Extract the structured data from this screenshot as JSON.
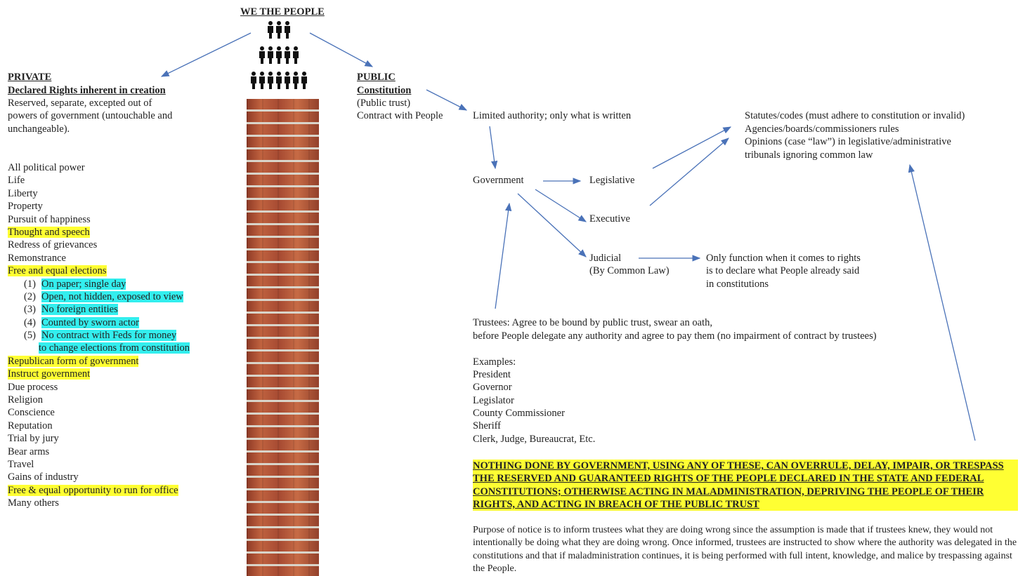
{
  "header": {
    "title": "WE THE PEOPLE",
    "people_icon": "people-pyramid-icon"
  },
  "private": {
    "title": "PRIVATE",
    "subtitle": "Declared Rights inherent in creation",
    "description": [
      "Reserved, separate, excepted out of",
      "powers of government (untouchable and",
      "unchangeable)."
    ],
    "rights": [
      {
        "text": "All political power",
        "hl": ""
      },
      {
        "text": "Life",
        "hl": ""
      },
      {
        "text": "Liberty",
        "hl": ""
      },
      {
        "text": "Property",
        "hl": ""
      },
      {
        "text": "Pursuit of happiness",
        "hl": ""
      },
      {
        "text": "Thought and speech",
        "hl": "y"
      },
      {
        "text": "Redress of grievances",
        "hl": ""
      },
      {
        "text": "Remonstrance",
        "hl": ""
      },
      {
        "text": "Free and equal elections",
        "hl": "y"
      }
    ],
    "election_items": [
      {
        "num": "(1)",
        "text": "On paper; single day"
      },
      {
        "num": "(2)",
        "text": "Open, not hidden, exposed to view"
      },
      {
        "num": "(3)",
        "text": "No foreign entities"
      },
      {
        "num": "(4)",
        "text": "Counted by sworn actor"
      },
      {
        "num": "(5)",
        "text": "No contract with Feds for money",
        "cont": "to change elections from constitution"
      }
    ],
    "rights_more": [
      {
        "text": "Republican form of government",
        "hl": "y"
      },
      {
        "text": "Instruct government",
        "hl": "y"
      },
      {
        "text": "Due process",
        "hl": ""
      },
      {
        "text": "Religion",
        "hl": ""
      },
      {
        "text": "Conscience",
        "hl": ""
      },
      {
        "text": "Reputation",
        "hl": ""
      },
      {
        "text": "Trial by jury",
        "hl": ""
      },
      {
        "text": "Bear arms",
        "hl": ""
      },
      {
        "text": "Travel",
        "hl": ""
      },
      {
        "text": "Gains of industry",
        "hl": ""
      },
      {
        "text": "Free & equal opportunity to run for office",
        "hl": "y"
      },
      {
        "text": "Many others",
        "hl": ""
      }
    ]
  },
  "public": {
    "title": "PUBLIC",
    "subtitle": "Constitution",
    "lines": [
      "(Public trust)",
      "Contract with People"
    ],
    "limited": "Limited authority; only what is written",
    "government": "Government",
    "legislative": "Legislative",
    "executive": "Executive",
    "judicial": "Judicial",
    "judicial_sub": "(By Common Law)",
    "judicial_function": [
      "Only function when it comes to rights",
      "is to declare what People already said",
      "in constitutions"
    ],
    "statutes": [
      "Statutes/codes (must adhere to constitution or invalid)",
      "Agencies/boards/commissioners rules",
      "Opinions (case “law”) in legislative/administrative",
      "tribunals ignoring common law"
    ],
    "trustees": [
      "Trustees: Agree to be bound by public trust, swear an oath,",
      "before People delegate any authority and agree to pay them (no impairment of contract by trustees)"
    ],
    "examples_title": "Examples:",
    "examples": [
      "President",
      "Governor",
      "Legislator",
      "County Commissioner",
      "Sheriff",
      "Clerk, Judge, Bureaucrat, Etc."
    ],
    "notice": "NOTHING DONE BY GOVERNMENT, USING ANY OF THESE, CAN OVERRULE, DELAY, IMPAIR, OR TRESPASS THE RESERVED AND GUARANTEED RIGHTS OF THE PEOPLE DECLARED IN THE STATE AND FEDERAL CONSTITUTIONS; OTHERWISE ACTING IN MALADMINISTRATION, DEPRIVING THE PEOPLE OF THEIR RIGHTS, AND ACTING IN BREACH OF THE PUBLIC TRUST",
    "purpose": "Purpose of notice is to inform trustees what they are doing wrong since the assumption is made that if trustees knew, they would not intentionally be doing what they are doing wrong.  Once informed, trustees are instructed to show where the authority was delegated in the constitutions and that if maladministration continues, it is being performed with full intent, knowledge, and malice by trespassing against the People."
  },
  "colors": {
    "arrow": "#4a72b8",
    "highlight_yellow": "#ffff33",
    "highlight_cyan": "#33eeee"
  }
}
